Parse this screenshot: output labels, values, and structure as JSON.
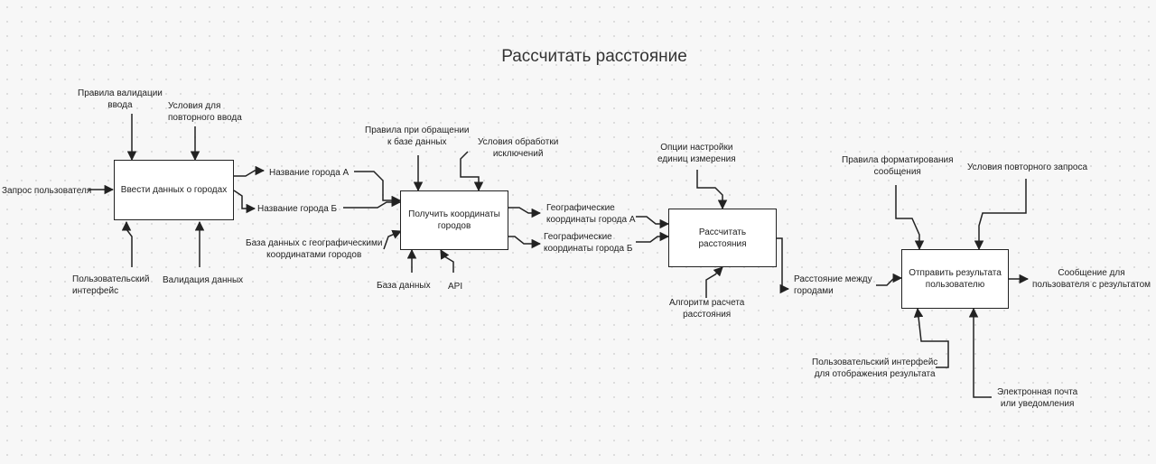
{
  "title": "Рассчитать расстояние",
  "boxes": {
    "b1": "Ввести данных о городах",
    "b2": "Получить координаты\nгородов",
    "b3": "Рассчитать расстояния",
    "b4": "Отправить результата\nпользователю"
  },
  "labels": {
    "request": "Запрос пользователя",
    "validation_rules": "Правила валидации\nввода",
    "retry_conditions": "Условия для\nповторного ввода",
    "ui": "Пользовательский\nинтерфейс",
    "validation": "Валидация данных",
    "city_a": "Название города А",
    "city_b": "Название города Б",
    "db_rules": "Правила при обращении\nк базе данных",
    "exception_rules": "Условия обработки\nисключений",
    "geo_db": "База данных с географическими\nкоординатами городов",
    "db": "База данных",
    "api": "API",
    "geo_a": "Географические\nкоординаты города А",
    "geo_b": "Географические\nкоординаты города Б",
    "units": "Опции настройки\nединиц измерения",
    "algorithm": "Алгоритм расчета\nрасстояния",
    "distance": "Расстояние между\nгородами",
    "format_rules": "Правила форматирования\nсообщения",
    "repeat_conditions": "Условия повторного запроса",
    "display_ui": "Пользовательский интерфейс\nдля отображения результата",
    "email": "Электронная почта\nили уведомления",
    "result_message": "Сообщение для\nпользователя с результатом"
  }
}
